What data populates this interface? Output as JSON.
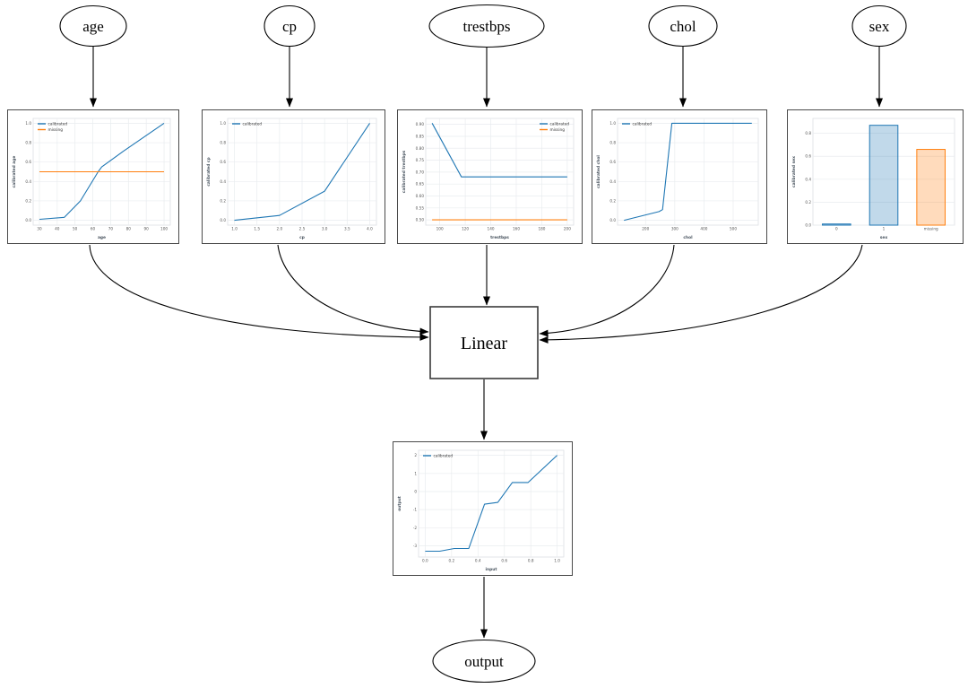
{
  "nodes": {
    "age": {
      "label": "age"
    },
    "cp": {
      "label": "cp"
    },
    "trestbps": {
      "label": "trestbps"
    },
    "chol": {
      "label": "chol"
    },
    "sex": {
      "label": "sex"
    },
    "linear": {
      "label": "Linear"
    },
    "output": {
      "label": "output"
    }
  },
  "colors": {
    "calibrated_line": "#1f77b4",
    "missing_line": "#ff7f0e",
    "bar_fill_blue": "rgba(31,119,180,0.28)",
    "bar_fill_orange": "rgba(255,127,14,0.28)",
    "node_border": "#000000",
    "box_border": "#4a4a4a"
  },
  "chart_data": [
    {
      "id": "age",
      "type": "line",
      "xlabel": "age",
      "ylabel": "calibrated age",
      "xlim": [
        26.5,
        103.5
      ],
      "ylim": [
        -0.05,
        1.05
      ],
      "xticks": {
        "v": [
          30,
          40,
          50,
          60,
          70,
          80,
          90,
          100
        ],
        "t": [
          "30",
          "40",
          "50",
          "60",
          "70",
          "80",
          "90",
          "100"
        ]
      },
      "yticks": {
        "v": [
          0.0,
          0.2,
          0.4,
          0.6,
          0.8,
          1.0
        ],
        "t": [
          "0.0",
          "0.2",
          "0.4",
          "0.6",
          "0.8",
          "1.0"
        ]
      },
      "legend": "ul",
      "grid": true,
      "series": [
        {
          "name": "calibrated",
          "color": "#1f77b4",
          "x": [
            30,
            44,
            53,
            63,
            65,
            77,
            100
          ],
          "y": [
            0.01,
            0.03,
            0.2,
            0.5,
            0.55,
            0.71,
            1.0
          ]
        },
        {
          "name": "missing",
          "color": "#ff7f0e",
          "x": [
            30,
            100
          ],
          "y": [
            0.5,
            0.5
          ]
        }
      ]
    },
    {
      "id": "cp",
      "type": "line",
      "xlabel": "cp",
      "ylabel": "calibrated cp",
      "xlim": [
        0.85,
        4.15
      ],
      "ylim": [
        -0.05,
        1.05
      ],
      "xticks": {
        "v": [
          1.0,
          1.5,
          2.0,
          2.5,
          3.0,
          3.5,
          4.0
        ],
        "t": [
          "1.0",
          "1.5",
          "2.0",
          "2.5",
          "3.0",
          "3.5",
          "4.0"
        ]
      },
      "yticks": {
        "v": [
          0.0,
          0.2,
          0.4,
          0.6,
          0.8,
          1.0
        ],
        "t": [
          "0.0",
          "0.2",
          "0.4",
          "0.6",
          "0.8",
          "1.0"
        ]
      },
      "legend": "ul",
      "grid": true,
      "series": [
        {
          "name": "calibrated",
          "color": "#1f77b4",
          "x": [
            1.0,
            2.0,
            3.0,
            4.0
          ],
          "y": [
            0.0,
            0.05,
            0.3,
            1.0
          ]
        }
      ]
    },
    {
      "id": "trestbps",
      "type": "line",
      "xlabel": "trestbps",
      "ylabel": "calibrated trestbps",
      "xlim": [
        89,
        205
      ],
      "ylim": [
        0.478,
        0.925
      ],
      "xticks": {
        "v": [
          100,
          120,
          140,
          160,
          180,
          200
        ],
        "t": [
          "100",
          "120",
          "140",
          "160",
          "180",
          "200"
        ]
      },
      "yticks": {
        "v": [
          0.5,
          0.55,
          0.6,
          0.65,
          0.7,
          0.75,
          0.8,
          0.85,
          0.9
        ],
        "t": [
          "0.50",
          "0.55",
          "0.60",
          "0.65",
          "0.70",
          "0.75",
          "0.80",
          "0.85",
          "0.90"
        ]
      },
      "legend": "ur",
      "grid": true,
      "series": [
        {
          "name": "calibrated",
          "color": "#1f77b4",
          "x": [
            94,
            117,
            200
          ],
          "y": [
            0.905,
            0.68,
            0.68
          ]
        },
        {
          "name": "missing",
          "color": "#ff7f0e",
          "x": [
            94,
            200
          ],
          "y": [
            0.5,
            0.5
          ]
        }
      ]
    },
    {
      "id": "chol",
      "type": "line",
      "xlabel": "chol",
      "ylabel": "calibrated chol",
      "xlim": [
        104,
        586
      ],
      "ylim": [
        -0.05,
        1.05
      ],
      "xticks": {
        "v": [
          200,
          300,
          400,
          500
        ],
        "t": [
          "200",
          "300",
          "400",
          "500"
        ]
      },
      "yticks": {
        "v": [
          0.0,
          0.2,
          0.4,
          0.6,
          0.8,
          1.0
        ],
        "t": [
          "0.0",
          "0.2",
          "0.4",
          "0.6",
          "0.8",
          "1.0"
        ]
      },
      "legend": "ul",
      "grid": true,
      "series": [
        {
          "name": "calibrated",
          "color": "#1f77b4",
          "x": [
            126,
            246,
            258,
            290,
            564
          ],
          "y": [
            0.0,
            0.09,
            0.11,
            1.0,
            1.0
          ]
        }
      ]
    },
    {
      "id": "sex",
      "type": "bar",
      "xlabel": "sex",
      "ylabel": "calibrated sex",
      "categories": [
        "0",
        "1",
        "missing"
      ],
      "values": [
        0.01,
        0.87,
        0.66
      ],
      "bar_edges": [
        "#1f77b4",
        "#1f77b4",
        "#ff7f0e"
      ],
      "bar_fills": [
        "rgba(31,119,180,0.28)",
        "rgba(31,119,180,0.28)",
        "rgba(255,127,14,0.28)"
      ],
      "ylim": [
        0,
        0.93
      ],
      "yticks": {
        "v": [
          0.0,
          0.2,
          0.4,
          0.6,
          0.8
        ],
        "t": [
          "0.0",
          "0.2",
          "0.4",
          "0.6",
          "0.8"
        ]
      },
      "legend": null,
      "grid": true
    },
    {
      "id": "output",
      "type": "line",
      "xlabel": "input",
      "ylabel": "output",
      "xlim": [
        -0.05,
        1.05
      ],
      "ylim": [
        -3.62,
        2.28
      ],
      "xticks": {
        "v": [
          0.0,
          0.2,
          0.4,
          0.6,
          0.8,
          1.0
        ],
        "t": [
          "0.0",
          "0.2",
          "0.4",
          "0.6",
          "0.8",
          "1.0"
        ]
      },
      "yticks": {
        "v": [
          -3,
          -2,
          -1,
          0,
          1,
          2
        ],
        "t": [
          "-3",
          "-2",
          "-1",
          "0",
          "1",
          "2"
        ]
      },
      "legend": "ul",
      "grid": true,
      "series": [
        {
          "name": "calibrated",
          "color": "#1f77b4",
          "x": [
            0.0,
            0.11,
            0.22,
            0.33,
            0.45,
            0.55,
            0.66,
            0.78,
            1.0
          ],
          "y": [
            -3.3,
            -3.3,
            -3.15,
            -3.15,
            -0.7,
            -0.6,
            0.5,
            0.5,
            2.0
          ]
        }
      ]
    }
  ]
}
